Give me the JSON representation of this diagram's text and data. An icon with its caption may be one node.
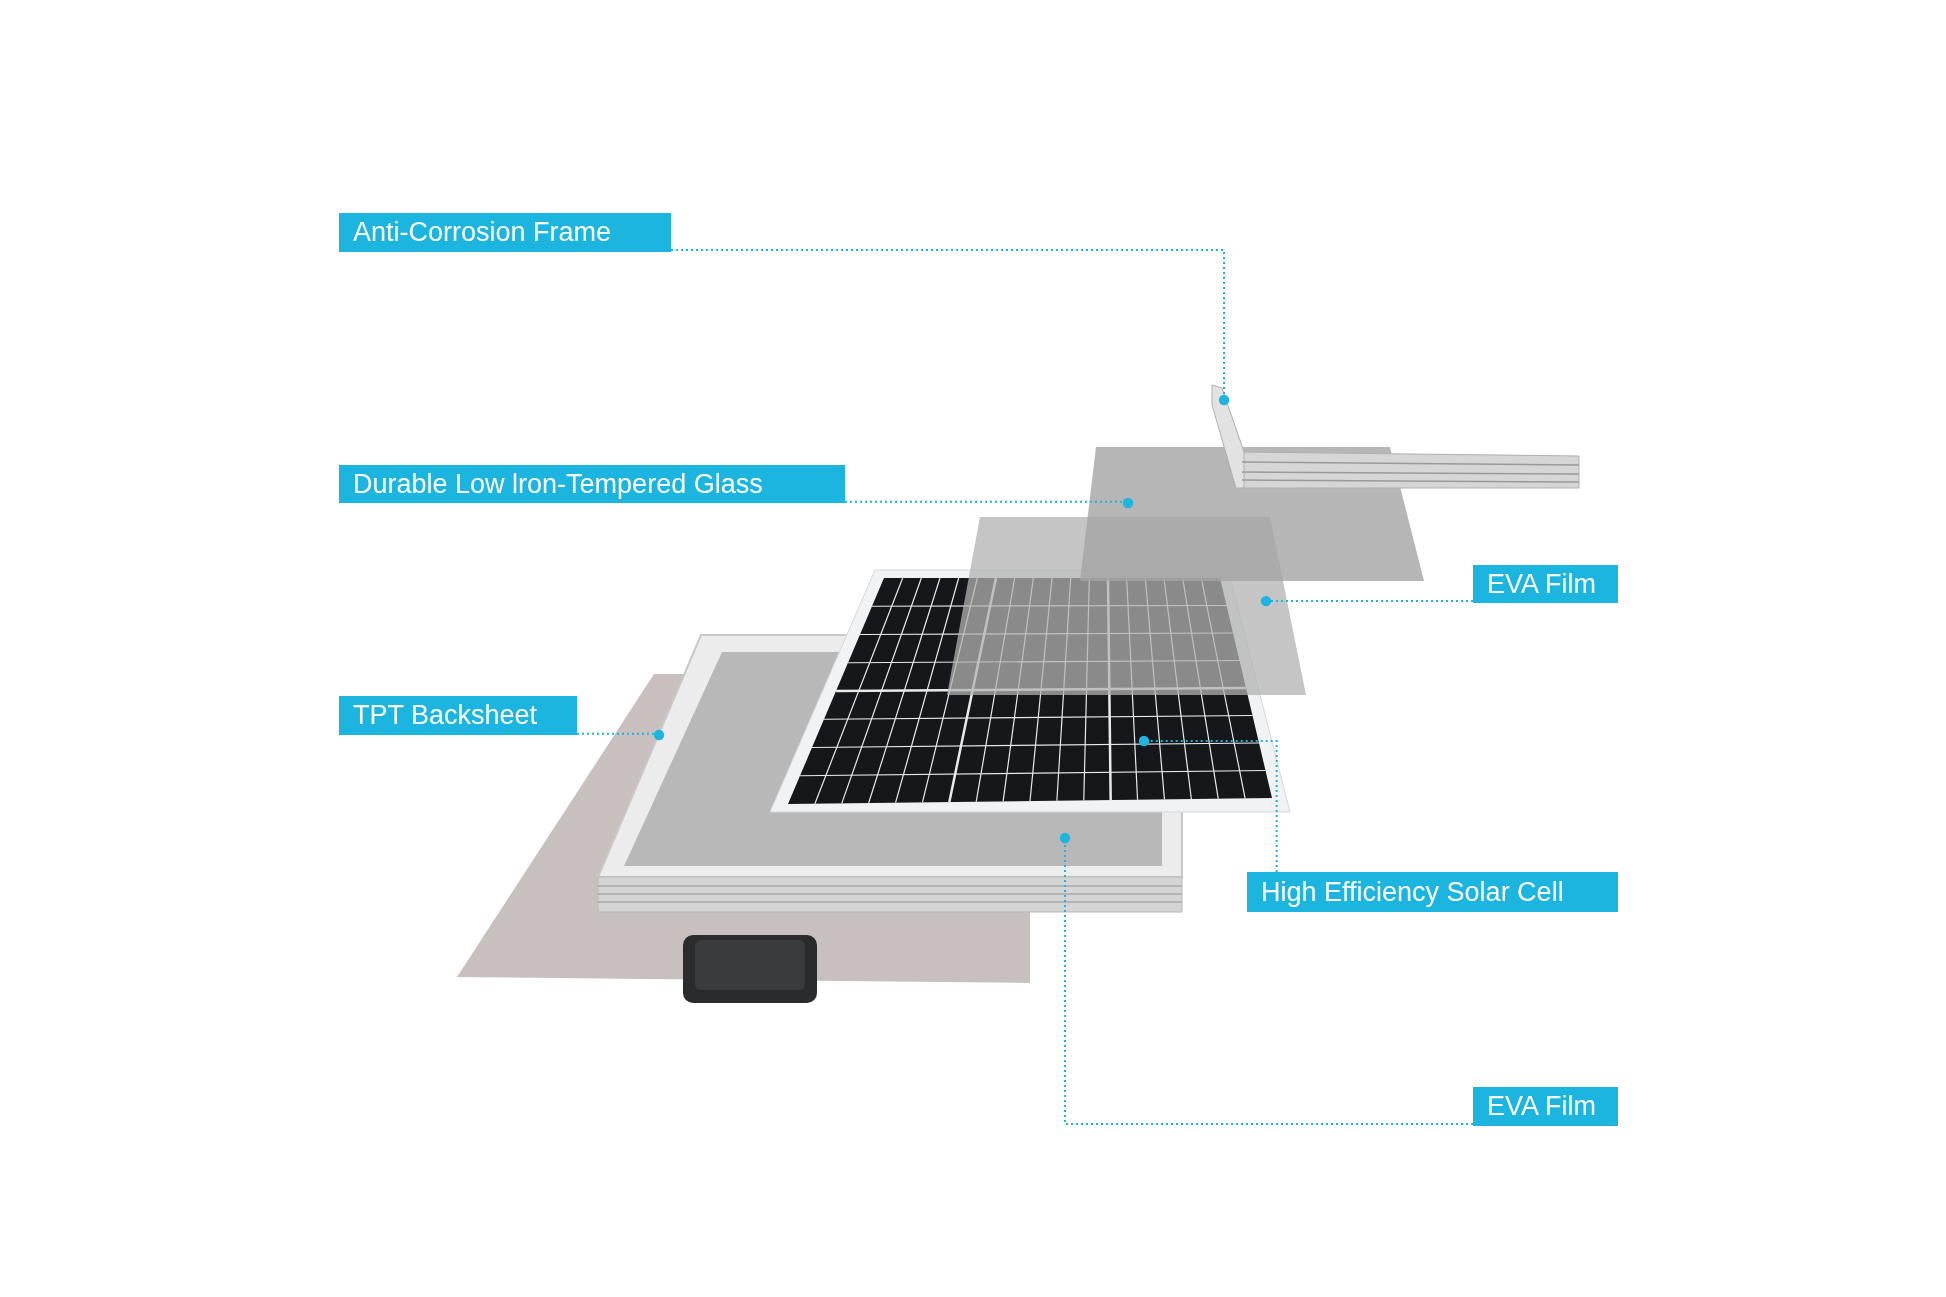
{
  "diagram": {
    "nodes": [
      {
        "text": [
          "Anti-Corrosion Frame"
        ]
      },
      {
        "text": [
          "Durable Low lron-Tempered Glass"
        ]
      },
      {
        "text": [
          "EVA Film"
        ]
      },
      {
        "text": [
          "TPT Backsheet"
        ]
      },
      {
        "text": [
          "High Efficiency Solar Cell"
        ]
      },
      {
        "text": [
          "EVA Film"
        ]
      },
      {
        "text": [],
        "shape": "picture"
      },
      {
        "text": [],
        "shape": "box"
      },
      {
        "text": [],
        "shape": "box"
      },
      {
        "text": [],
        "shape": "picture"
      },
      {
        "text": [],
        "shape": "box"
      },
      {
        "text": [],
        "shape": "box"
      }
    ],
    "edges": [
      {
        "from": 0,
        "to": 6,
        "arrow": "other",
        "style": "dashed"
      },
      {
        "from": 1,
        "to": 7,
        "arrow": "other",
        "style": "dashed"
      },
      {
        "from": 2,
        "to": 8,
        "arrow": "other",
        "style": "dashed"
      },
      {
        "from": 3,
        "to": 11,
        "arrow": "other",
        "style": "dashed"
      },
      {
        "from": 4,
        "to": 9,
        "arrow": "other",
        "style": "dashed"
      },
      {
        "from": 5,
        "to": 10,
        "arrow": "other",
        "style": "dashed"
      }
    ]
  }
}
